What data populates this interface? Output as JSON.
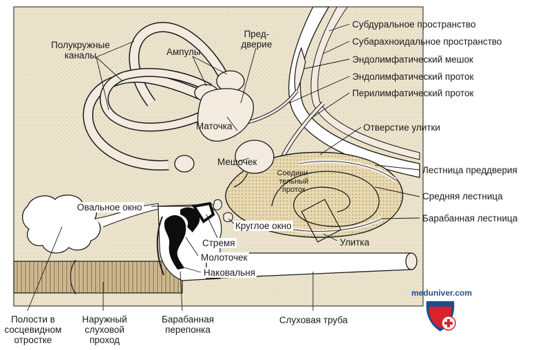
{
  "labels": {
    "subdural": "Субдуральное пространство",
    "subarachnoid": "Субарахноидальное пространство",
    "endolymph_sac": "Эндолимфатический мешок",
    "endolymph_duct": "Эндолимфатический проток",
    "perilymph_duct": "Перилимфатический проток",
    "helicotrema": "Отверстие улитки",
    "scala_vestibuli": "Лестница преддверия",
    "scala_media": "Средняя лестница",
    "scala_tympani": "Барабанная лестница",
    "semicircular_1": "Полукружные",
    "semicircular_2": "каналы",
    "ampullae": "Ампулы",
    "vestibule_1": "Пред-",
    "vestibule_2": "дверие",
    "utricle": "Маточка",
    "saccule": "Мешочек",
    "ductus_reuniens_1": "Соедини-",
    "ductus_reuniens_2": "тельный",
    "ductus_reuniens_3": "проток",
    "oval_window": "Овальное окно",
    "round_window": "Круглое окно",
    "stapes": "Стремя",
    "malleus": "Молоточек",
    "incus": "Наковальня",
    "cochlea": "Улитка",
    "mastoid_1": "Полости в",
    "mastoid_2": "сосцевидном",
    "mastoid_3": "отростке",
    "ext_canal_1": "Наружный",
    "ext_canal_2": "слуховой",
    "ext_canal_3": "проход",
    "eardrum_1": "Барабанная",
    "eardrum_2": "перепонка",
    "eustachian": "Слуховая труба"
  },
  "brand": {
    "site": "meduniver.com",
    "logo_icon": "medical-cross-shield-icon"
  },
  "colors": {
    "bone": "#ece3cd",
    "membrane": "#f3ebe0",
    "stroke": "#1a1a1a",
    "black": "#0d0d0d",
    "brand_blue": "#1f4e8c",
    "brand_red": "#d8232a"
  }
}
